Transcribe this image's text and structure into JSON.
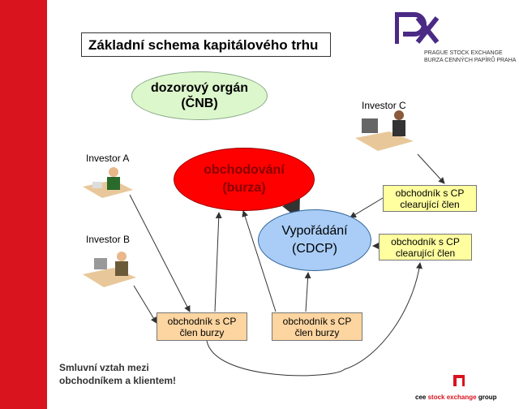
{
  "title": "Základní schema kapitálového trhu",
  "logo": {
    "line1": "PRAGUE STOCK EXCHANGE",
    "line2": "BURZA CENNÝCH PAPÍRŮ PRAHA",
    "color": "#4b2a85"
  },
  "nodes": {
    "supervisor": "dozorový orgán\n(ČNB)",
    "trading": "obchodování\n(burza)",
    "settlement": "Vypořádání\n(CDCP)",
    "clearing1": "obchodník s CP\nclearující člen",
    "clearing2": "obchodník s CP\nclearující člen",
    "member1": "obchodník s CP\nčlen burzy",
    "member2": "obchodník s CP\nčlen burzy"
  },
  "investors": {
    "a": "Investor A",
    "b": "Investor B",
    "c": "Investor C"
  },
  "note": "Smluvní vztah mezi\nobchodníkem a klientem!",
  "footer": {
    "part1": "cee ",
    "part2": "stock exchange",
    "part3": " group"
  },
  "colors": {
    "red": "#d9141e",
    "green": "#ddf7cc",
    "blue": "#a9cdf7",
    "yellow": "#ffffa0",
    "orange": "#fdd5a0"
  }
}
